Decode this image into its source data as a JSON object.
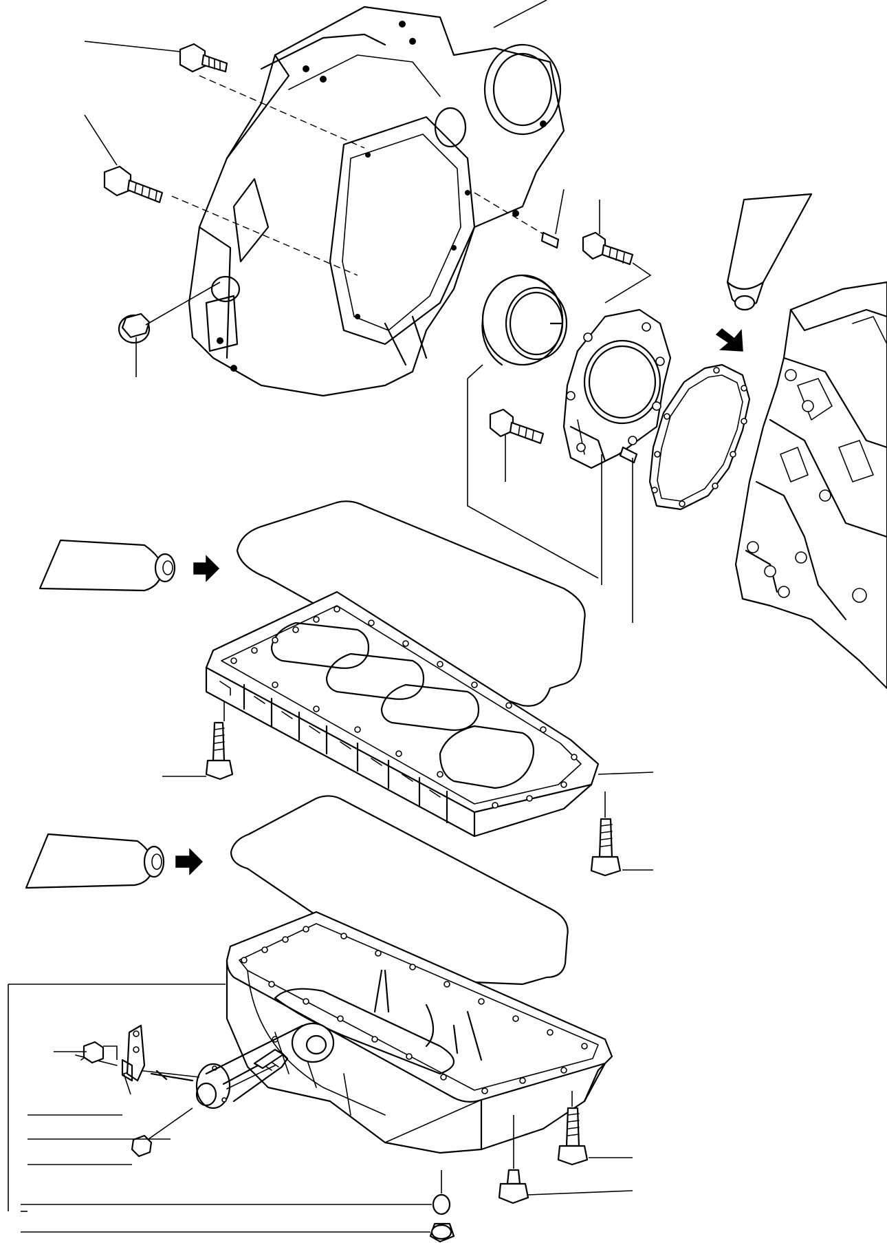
{
  "figure": {
    "type": "exploded-parts-diagram",
    "printed_text": [],
    "components": [
      "flywheel-housing",
      "housing-bolt",
      "drain-plug",
      "dowel-pin",
      "crankshaft-rear-oil-seal",
      "rear-seal-retainer",
      "gasket",
      "engine-block",
      "sealant-tube",
      "oil-pan-upper",
      "oil-pan-lower",
      "oil-pan-liquid-gasket",
      "oil-level-gauge",
      "gauge-bracket",
      "washer"
    ],
    "colors": {
      "line": "#000000",
      "background": "#ffffff"
    }
  }
}
